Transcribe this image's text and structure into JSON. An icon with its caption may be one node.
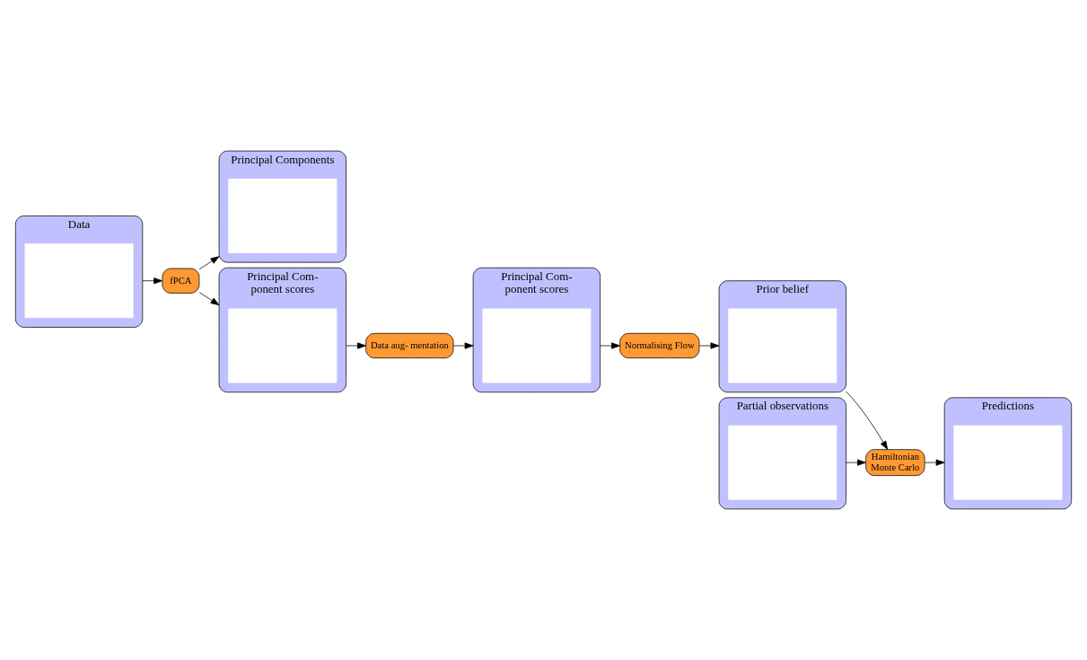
{
  "diagram": {
    "nodes": [
      {
        "text": [
          "Data"
        ]
      },
      {
        "text": [],
        "shape": "box",
        "in": 0
      },
      {
        "text": [
          "fPCA"
        ]
      },
      {
        "text": [
          "Principal Components"
        ]
      },
      {
        "text": [],
        "shape": "box",
        "in": 3
      },
      {
        "text": [
          "Principal Com- ponent scores"
        ]
      },
      {
        "text": [],
        "shape": "box",
        "in": 5
      },
      {
        "text": [
          "Data aug- mentation"
        ]
      },
      {
        "text": [
          "Principal Com- ponent scores"
        ]
      },
      {
        "text": [],
        "shape": "box",
        "in": 8
      },
      {
        "text": [
          "Normalising Flow"
        ]
      },
      {
        "text": [
          "Prior belief"
        ]
      },
      {
        "text": [],
        "shape": "box",
        "in": 11
      },
      {
        "text": [
          "Partial observations"
        ]
      },
      {
        "text": [],
        "shape": "box",
        "in": 13
      },
      {
        "text": [
          "Hamiltonian Monte Carlo"
        ]
      },
      {
        "text": [
          "Predictions"
        ]
      },
      {
        "text": [],
        "shape": "box",
        "in": 16
      }
    ],
    "edges": [
      {
        "from": 0,
        "to": 2,
        "arrow": "to"
      },
      {
        "from": 2,
        "to": 3,
        "arrow": "to"
      },
      {
        "from": 2,
        "to": 5,
        "arrow": "to"
      },
      {
        "from": 5,
        "to": 7,
        "arrow": "to"
      },
      {
        "from": 7,
        "to": 8,
        "arrow": "to"
      },
      {
        "from": 8,
        "to": 10,
        "arrow": "to"
      },
      {
        "from": 10,
        "to": 11,
        "arrow": "to"
      },
      {
        "from": 11,
        "to": 15,
        "arrow": "to"
      },
      {
        "from": 13,
        "to": 15,
        "arrow": "to"
      },
      {
        "from": 15,
        "to": 16,
        "arrow": "to"
      }
    ]
  }
}
